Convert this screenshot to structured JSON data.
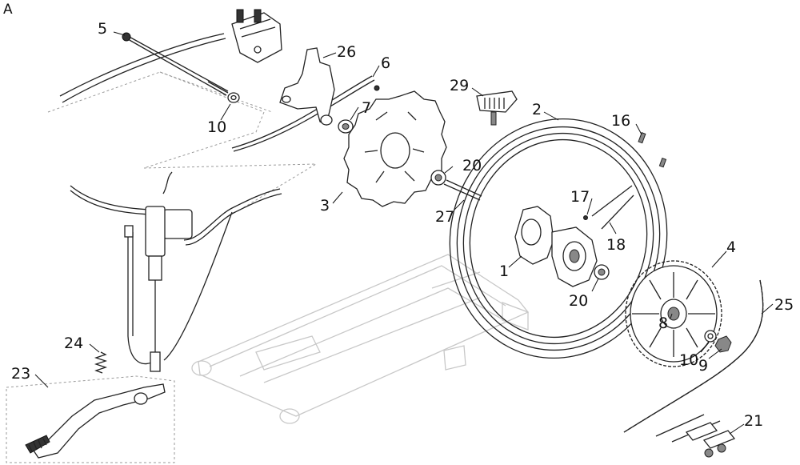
{
  "diagram": {
    "corner_label": "A",
    "callouts": {
      "n1": "1",
      "n2": "2",
      "n3": "3",
      "n4": "4",
      "n5": "5",
      "n6": "6",
      "n7": "7",
      "n8": "8",
      "n9": "9",
      "n10a": "10",
      "n10b": "10",
      "n16": "16",
      "n17": "17",
      "n18": "18",
      "n20a": "20",
      "n20b": "20",
      "n21": "21",
      "n23": "23",
      "n24": "24",
      "n25": "25",
      "n26": "26",
      "n27": "27",
      "n29": "29"
    }
  }
}
